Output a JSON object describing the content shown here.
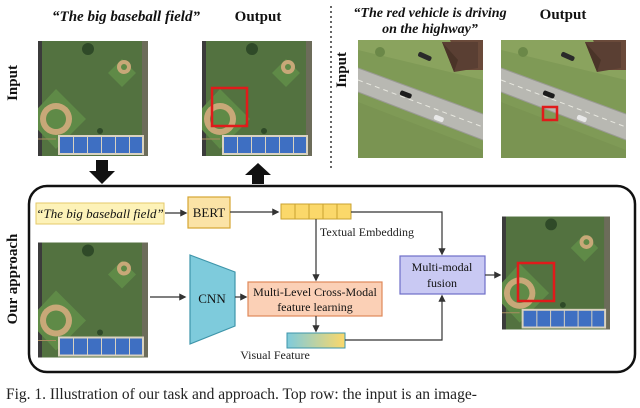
{
  "top_left": {
    "row_label": "Input",
    "query": "“The big baseball field”",
    "output_label": "Output"
  },
  "top_right": {
    "row_label": "Input",
    "query_line1": "“The red vehicle is driving",
    "query_line2": "on the highway”",
    "output_label": "Output"
  },
  "approach": {
    "side_label": "Our approach",
    "query": "“The big baseball field”",
    "bert": "BERT",
    "textual_embedding": "Textual Embedding",
    "cnn": "CNN",
    "fusion_line1": "Multi-Level Cross-Modal",
    "fusion_line2": "feature learning",
    "visual_feature": "Visual Feature",
    "multimodal_line1": "Multi-modal",
    "multimodal_line2": "fusion"
  },
  "caption": "Fig. 1.  Illustration of our task and approach. Top row: the input is an image-",
  "colors": {
    "bert_fill": "#fbe3a6",
    "bert_stroke": "#d6a532",
    "query_fill": "#fdf2b8",
    "cnn_fill": "#7ecbdc",
    "fusion_fill": "#fbd0b6",
    "fusion_stroke": "#e0895a",
    "multimodal_fill": "#c9c9f3",
    "multimodal_stroke": "#6f6fc8",
    "bbox": "#e01b1b"
  }
}
